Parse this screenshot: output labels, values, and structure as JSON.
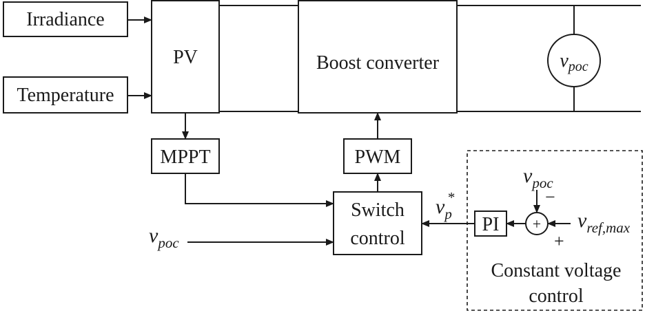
{
  "blocks": {
    "irradiance": "Irradiance",
    "temperature": "Temperature",
    "pv": "PV",
    "boost": "Boost converter",
    "mppt": "MPPT",
    "pwm": "PWM",
    "switch_line1": "Switch",
    "switch_line2": "control",
    "pi": "PI"
  },
  "signals": {
    "v_symbol": "v",
    "poc_subscript": "poc",
    "vp_subscript": "p",
    "vp_superscript": "*",
    "ref_subscript": "ref,max"
  },
  "summing_junction": {
    "symbol": "+",
    "minus_sign": "−",
    "plus_sign": "+"
  },
  "constant_voltage_control": {
    "line1": "Constant voltage",
    "line2": "control"
  }
}
